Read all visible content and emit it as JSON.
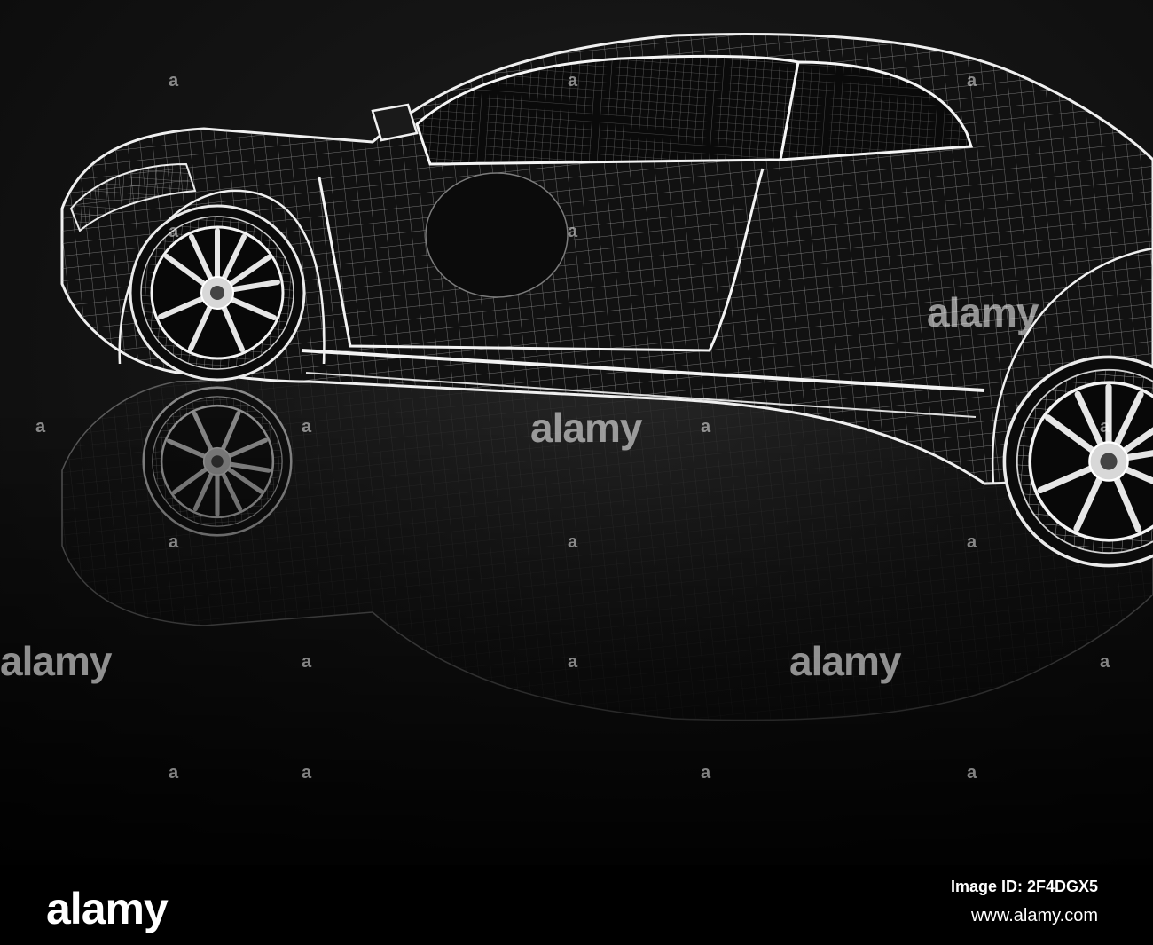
{
  "image": {
    "subject": "wireframe sports car",
    "background_color": "#0d0d0d",
    "wire_color": "#e8e8e8"
  },
  "watermarks": {
    "big_label": "alamy",
    "small_label": "a"
  },
  "footer": {
    "logo": "alamy",
    "image_id": "Image ID: 2F4DGX5",
    "url": "www.alamy.com"
  }
}
